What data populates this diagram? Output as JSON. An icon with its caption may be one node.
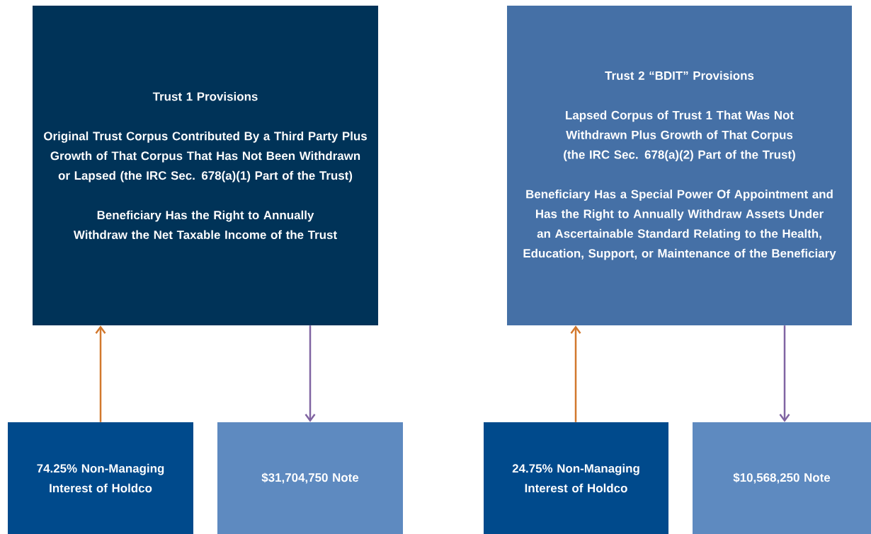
{
  "diagram": {
    "nodes": [
      {
        "text": [
          "Trust 1 Provisions",
          "Original Trust Corpus Contributed By a Third Party Plus Growth of That Corpus That Has Not Been Withdrawn or Lapsed (the IRC Sec. 678(a)(1) Part of the Trust)",
          "Beneficiary Has the Right to Annually Withdraw the Net Taxable Income of the Trust"
        ]
      },
      {
        "text": [
          "Trust 2 “BDIT” Provisions",
          "Lapsed Corpus of Trust 1 That Was Not Withdrawn Plus Growth of That Corpus (the IRC Sec. 678(a)(2) Part of the Trust)",
          "Beneficiary Has a Special Power Of Appointment and Has the Right to Annually Withdraw Assets Under an Ascertainable Standard Relating to the Health, Education, Support, or Maintenance of the Beneficiary"
        ]
      },
      {
        "text": [
          "74.25% Non-Managing Interest of Holdco"
        ]
      },
      {
        "text": [
          "$31,704,750 Note"
        ]
      },
      {
        "text": [
          "24.75% Non-Managing Interest of Holdco"
        ]
      },
      {
        "text": [
          "$10,568,250 Note"
        ]
      }
    ],
    "edges": [
      {
        "from": 2,
        "to": 0,
        "arrow": "to",
        "color": "#d2782d"
      },
      {
        "from": 0,
        "to": 3,
        "arrow": "to",
        "color": "#8064a2"
      },
      {
        "from": 4,
        "to": 1,
        "arrow": "to",
        "color": "#d2782d"
      },
      {
        "from": 1,
        "to": 5,
        "arrow": "to",
        "color": "#8064a2"
      }
    ]
  }
}
